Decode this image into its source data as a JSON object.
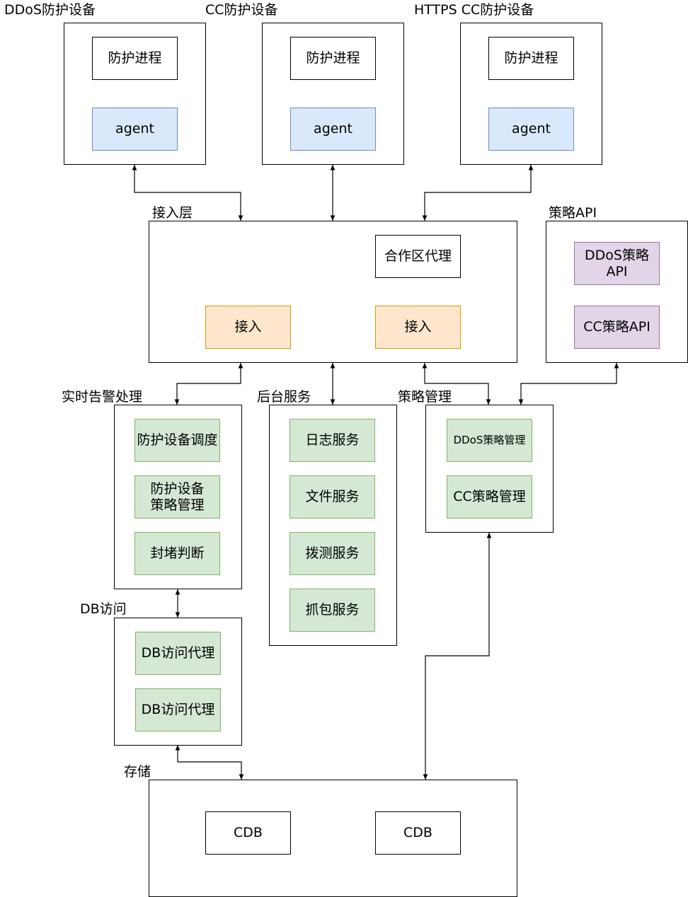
{
  "groups": {
    "ddos_device": {
      "title": "DDoS防护设备",
      "process": "防护进程",
      "agent": "agent"
    },
    "cc_device": {
      "title": "CC防护设备",
      "process": "防护进程",
      "agent": "agent"
    },
    "https_device": {
      "title": "HTTPS CC防护设备",
      "process": "防护进程",
      "agent": "agent"
    },
    "access": {
      "title": "接入层",
      "proxy": "合作区代理",
      "access1": "接入",
      "access2": "接入"
    },
    "policy_api": {
      "title": "策略API",
      "ddos_api": "DDoS策略\nAPI",
      "cc_api": "CC策略API"
    },
    "alert": {
      "title": "实时告警处理",
      "items": [
        "防护设备调度",
        "防护设备\n策略管理",
        "封堵判断"
      ]
    },
    "backend": {
      "title": "后台服务",
      "items": [
        "日志服务",
        "文件服务",
        "拨测服务",
        "抓包服务"
      ]
    },
    "policy_mgmt": {
      "title": "策略管理",
      "items": [
        "DDoS策略管理",
        "CC策略管理"
      ]
    },
    "db_access": {
      "title": "DB访问",
      "items": [
        "DB访问代理",
        "DB访问代理"
      ]
    },
    "storage": {
      "title": "存储",
      "items": [
        "CDB",
        "CDB"
      ]
    }
  },
  "colors": {
    "blue_fill": "#dae8fc",
    "orange_fill": "#ffe6cc",
    "green_fill": "#d5e8d4",
    "purple_fill": "#e1d5e7"
  }
}
